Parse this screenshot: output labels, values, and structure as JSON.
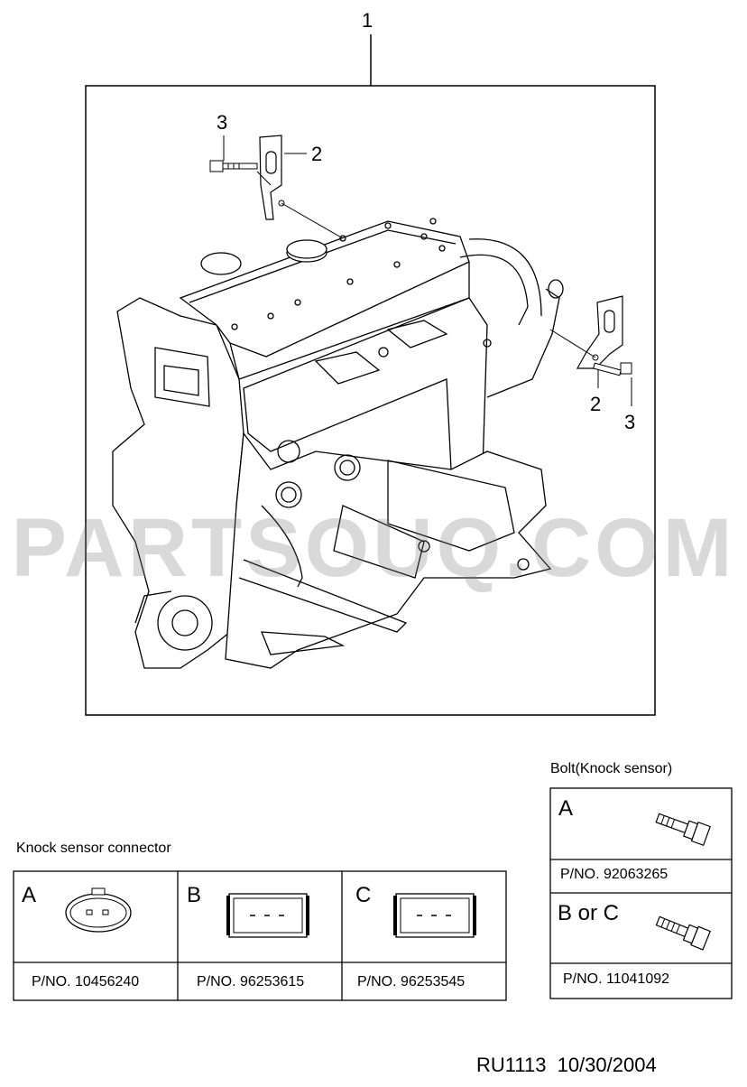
{
  "diagram": {
    "callouts": {
      "main": "1",
      "bracket_top": "2",
      "bolt_top": "3",
      "bracket_right": "2",
      "bolt_right": "3"
    }
  },
  "watermark": "PARTSOUQ.COM",
  "knock_connector": {
    "title": "Knock sensor connector",
    "cells": [
      {
        "letter": "A",
        "pno": "P/NO. 10456240"
      },
      {
        "letter": "B",
        "pno": "P/NO. 96253615"
      },
      {
        "letter": "C",
        "pno": "P/NO. 96253545"
      }
    ]
  },
  "bolt_table": {
    "title": "Bolt(Knock sensor)",
    "cells": [
      {
        "letter": "A",
        "pno": "P/NO. 92063265"
      },
      {
        "letter": "B or C",
        "pno": "P/NO. 11041092"
      }
    ]
  },
  "footer": {
    "code": "RU1113",
    "date": "10/30/2004"
  }
}
